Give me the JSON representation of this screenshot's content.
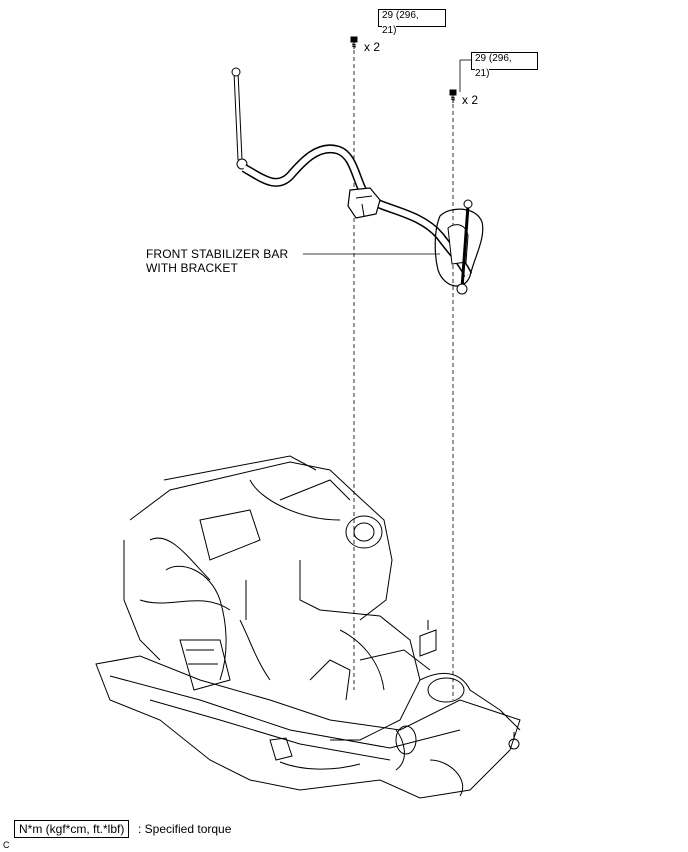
{
  "torque_specs": [
    {
      "line1": "29 (296,",
      "line2": "21)",
      "quantity": "x 2"
    },
    {
      "line1": "29 (296,",
      "line2": "21)",
      "quantity": "x 2"
    }
  ],
  "part_label": {
    "line1": "FRONT STABILIZER BAR",
    "line2": "WITH BRACKET"
  },
  "legend": {
    "unit": "N*m (kgf*cm, ft.*lbf)",
    "description": ": Specified torque"
  },
  "corner_mark": "C"
}
